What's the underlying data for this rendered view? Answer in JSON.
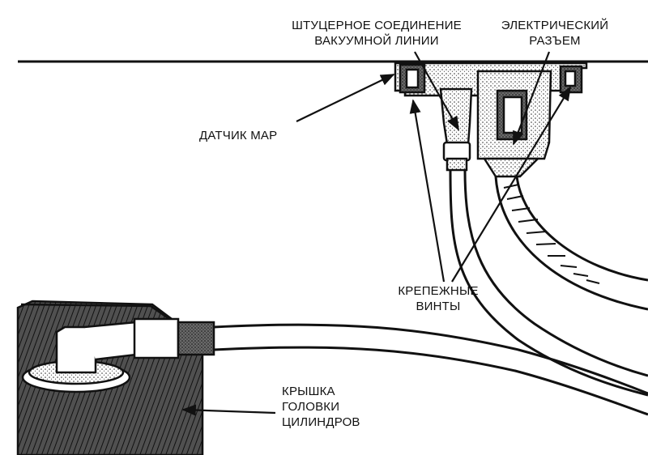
{
  "labels": {
    "vacuum_fitting": [
      "ШТУЦЕРНОЕ СОЕДИНЕНИЕ",
      "ВАКУУМНОЙ ЛИНИИ"
    ],
    "electrical_connector": [
      "ЭЛЕКТРИЧЕСКИЙ",
      "РАЗЪЕМ"
    ],
    "map_sensor": [
      "ДАТЧИК MAP"
    ],
    "mounting_screws": [
      "КРЕПЕЖНЫЕ",
      "ВИНТЫ"
    ],
    "cylinder_head_cover": [
      "КРЫШКА",
      "ГОЛОВКИ",
      "ЦИЛИНДРОВ"
    ]
  },
  "colors": {
    "ink": "#111111",
    "paper": "#ffffff",
    "shade": "#9a9a9a"
  }
}
